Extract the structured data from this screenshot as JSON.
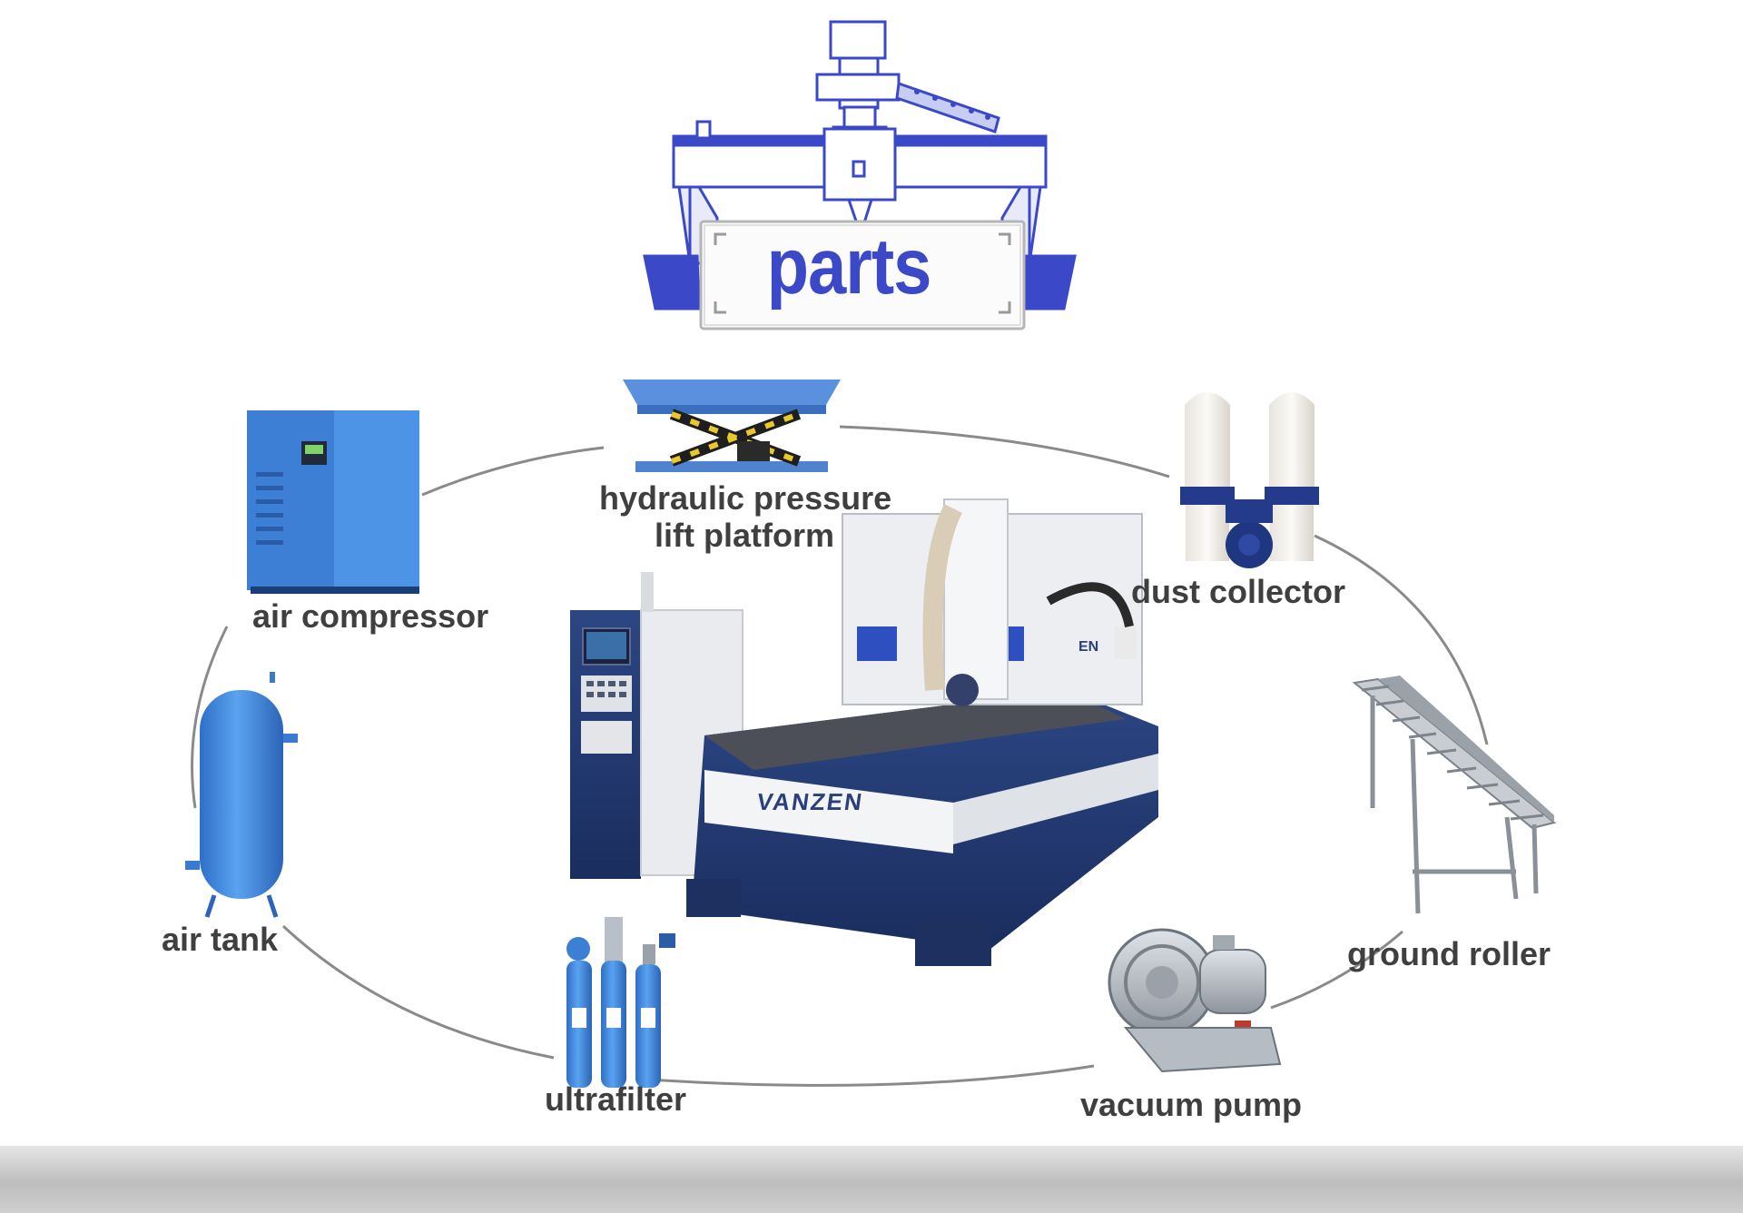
{
  "title": "parts",
  "parts": {
    "hydraulic": "hydraulic pressure\nlift platform",
    "hydraulic_line1": "hydraulic pressure",
    "hydraulic_line2": "lift platform",
    "air_compressor": "air compressor",
    "dust_collector": "dust collector",
    "air_tank": "air tank",
    "ground_roller": "ground roller",
    "ultrafilter": "ultrafilter",
    "vacuum_pump": "vacuum pump"
  },
  "machine": {
    "brand": "VANZEN",
    "brand_partial": "EN"
  },
  "colors": {
    "accent_blue": "#3b49c8",
    "equipment_blue": "#4a8ee0",
    "machine_navy": "#243a73",
    "label_text": "#3f3f3f",
    "connector_gray": "#8a8a8a"
  }
}
